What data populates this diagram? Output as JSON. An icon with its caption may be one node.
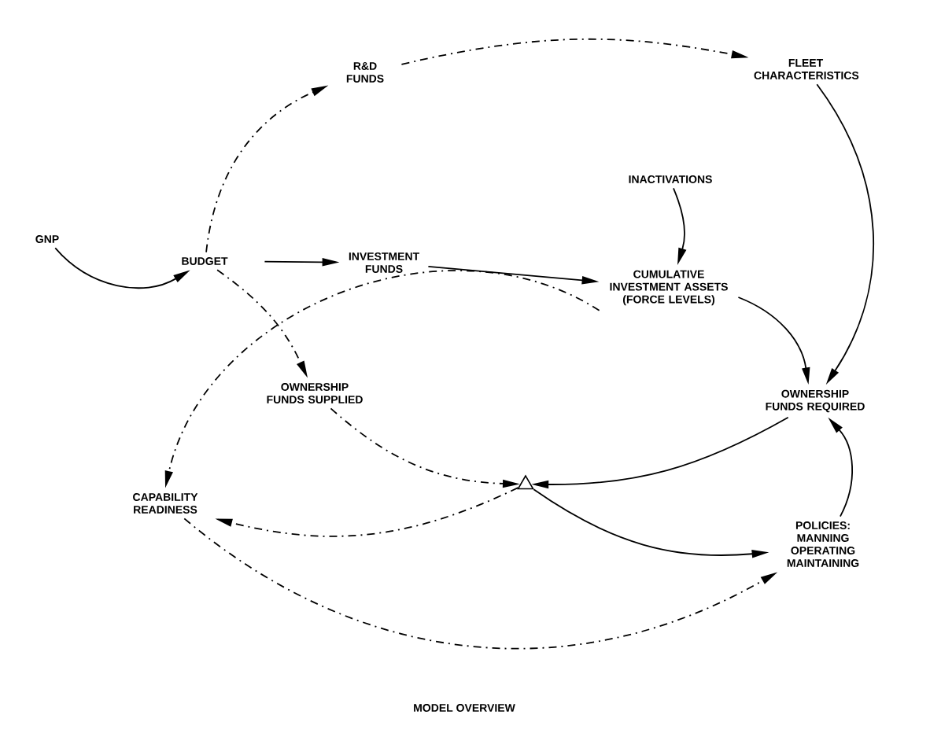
{
  "diagram": {
    "caption": "MODEL OVERVIEW",
    "nodes": [
      {
        "text": [
          "GNP"
        ]
      },
      {
        "text": [
          "BUDGET"
        ]
      },
      {
        "text": [
          "R&D FUNDS"
        ]
      },
      {
        "text": [
          "INVESTMENT FUNDS"
        ]
      },
      {
        "text": [
          "FLEET CHARACTERISTICS"
        ]
      },
      {
        "text": [
          "INACTIVATIONS"
        ]
      },
      {
        "text": [
          "CUMULATIVE INVESTMENT ASSETS (FORCE LEVELS)"
        ]
      },
      {
        "text": [
          "OWNERSHIP FUNDS SUPPLIED"
        ]
      },
      {
        "text": [
          "OWNERSHIP FUNDS REQUIRED"
        ]
      },
      {
        "text": [],
        "shape": "triangle"
      },
      {
        "text": [
          "CAPABILITY READINESS"
        ]
      },
      {
        "text": [
          "POLICIES: MANNING OPERATING MAINTAINING"
        ]
      }
    ],
    "edges": [
      {
        "from": 0,
        "to": 1,
        "arrow": "to"
      },
      {
        "from": 1,
        "to": 2,
        "arrow": "to",
        "style": "dashed"
      },
      {
        "from": 1,
        "to": 3,
        "arrow": "to"
      },
      {
        "from": 2,
        "to": 4,
        "arrow": "to",
        "style": "dashed"
      },
      {
        "from": 3,
        "to": 6,
        "arrow": "to"
      },
      {
        "from": 5,
        "to": 6,
        "arrow": "to"
      },
      {
        "from": 1,
        "to": 7,
        "arrow": "to",
        "style": "dashed"
      },
      {
        "from": 4,
        "to": 8,
        "arrow": "to"
      },
      {
        "from": 6,
        "to": 8,
        "arrow": "to"
      },
      {
        "from": 6,
        "to": 10,
        "arrow": "to",
        "style": "dashed"
      },
      {
        "from": 7,
        "to": 9,
        "arrow": "to",
        "style": "dashed"
      },
      {
        "from": 8,
        "to": 9,
        "arrow": "to"
      },
      {
        "from": 9,
        "to": 10,
        "arrow": "to",
        "style": "dashed"
      },
      {
        "from": 9,
        "to": 11,
        "arrow": "to"
      },
      {
        "from": 11,
        "to": 8,
        "arrow": "to"
      },
      {
        "from": 10,
        "to": 11,
        "arrow": "to",
        "style": "dashed"
      }
    ]
  }
}
